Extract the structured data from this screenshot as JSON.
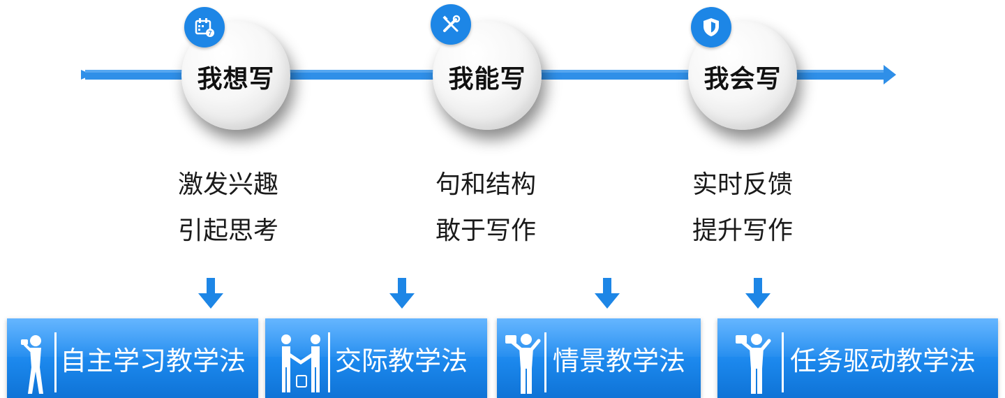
{
  "stages": [
    {
      "title": "我想写",
      "icon": "calendar-icon",
      "desc": [
        "激发兴趣",
        "引起思考"
      ]
    },
    {
      "title": "我能写",
      "icon": "tools-icon",
      "desc": [
        "句和结构",
        "敢于写作"
      ]
    },
    {
      "title": "我会写",
      "icon": "shield-icon",
      "desc": [
        "实时反馈",
        "提升写作"
      ]
    }
  ],
  "methods": [
    {
      "label": "自主学习教学法",
      "icon": "person-speaking-icon"
    },
    {
      "label": "交际教学法",
      "icon": "handshake-icon"
    },
    {
      "label": "情景教学法",
      "icon": "person-briefcase-icon"
    },
    {
      "label": "任务驱动教学法",
      "icon": "person-briefcase-icon"
    }
  ],
  "colors": {
    "accent": "#1d86e6",
    "method_bg": "#1b87ec",
    "timeline": "#2f8fe8"
  }
}
